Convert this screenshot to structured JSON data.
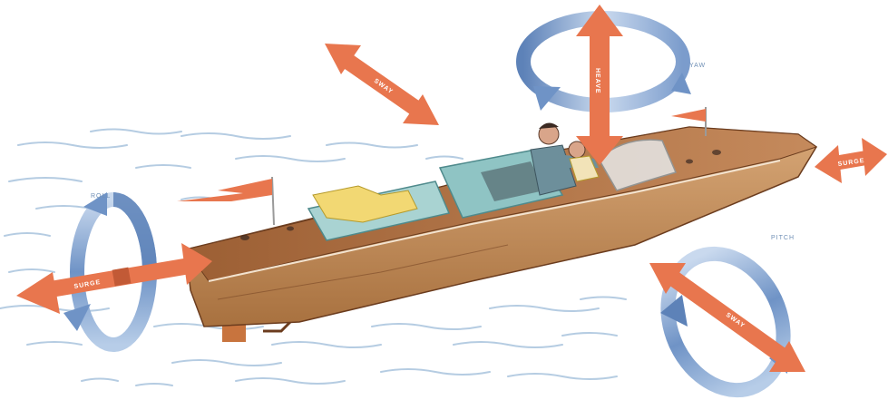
{
  "labels": {
    "sway_top": "SWAY",
    "heave": "HEAVE",
    "yaw": "YAW",
    "surge_right": "SURGE",
    "roll": "ROLL",
    "surge_left": "SURGE",
    "pitch": "PITCH",
    "sway_bottom": "SWAY"
  },
  "colors": {
    "arrow": "#e8764e",
    "arrow_dark": "#c25a36",
    "ring_light": "#c9d9ee",
    "ring_mid": "#8fb0d8",
    "ring_dark": "#5d82b8",
    "hull": "#b98456",
    "hull_light": "#d8a878",
    "deck": "#a8673c",
    "upholstery": "#a9d3d2",
    "water": "#a9c4dd"
  }
}
